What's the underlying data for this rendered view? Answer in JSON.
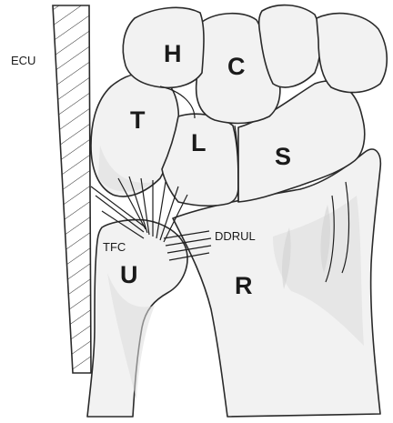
{
  "labels": {
    "ecu": "ECU",
    "hamate": "H",
    "capitate": "C",
    "triquetrum": "T",
    "lunate": "L",
    "scaphoid": "S",
    "tfc": "TFC",
    "ddrul": "DDRUL",
    "ulna": "U",
    "radius": "R"
  }
}
